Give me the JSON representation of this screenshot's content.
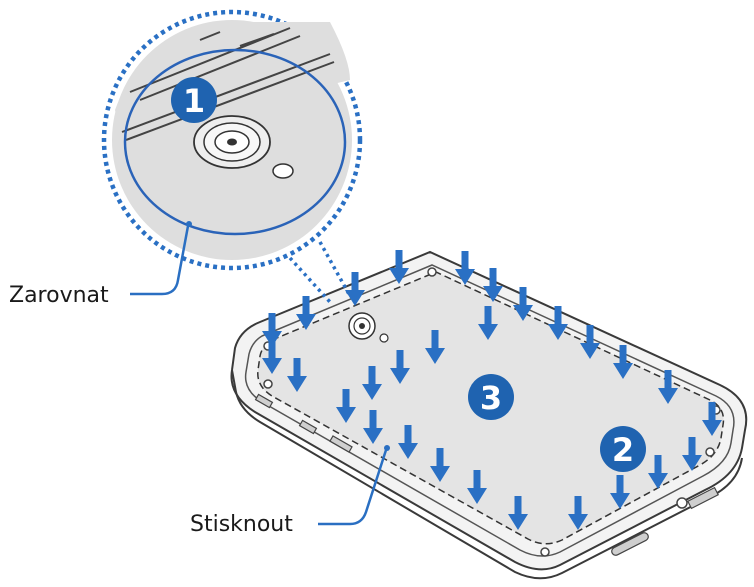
{
  "labels": {
    "align": "Zarovnat",
    "press": "Stisknout"
  },
  "steps": [
    {
      "number": "1"
    },
    {
      "number": "2"
    },
    {
      "number": "3"
    }
  ],
  "colors": {
    "accent_blue": "#1f63b0",
    "arrow_blue": "#2a70c4",
    "line_gray": "#444444",
    "panel_fill": "#dedede",
    "back_cover": "#e4e4e4",
    "callout_line": "#2a6fc2"
  },
  "icons": [
    "down-arrow-icon",
    "camera-lens-icon",
    "flash-icon",
    "step-badge-icon"
  ]
}
